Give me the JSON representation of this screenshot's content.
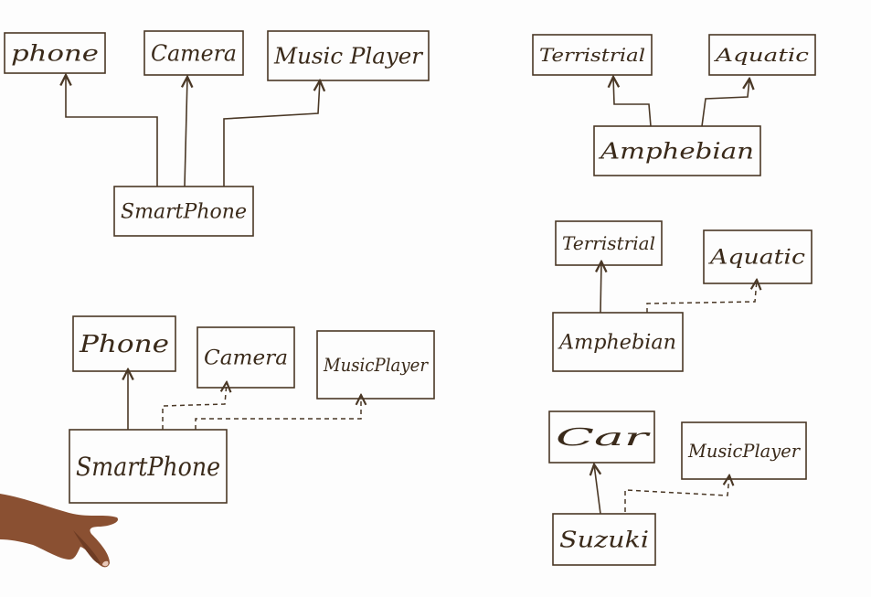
{
  "diagram": {
    "groups": [
      {
        "name": "smartphone-multiple-inheritance",
        "boxes": [
          {
            "id": "phone-1",
            "label": "phone"
          },
          {
            "id": "camera-1",
            "label": "Camera"
          },
          {
            "id": "musicplayer-1",
            "label": "Music Player"
          },
          {
            "id": "smartphone-1",
            "label": "SmartPhone"
          }
        ]
      },
      {
        "name": "amphebian-multiple-inheritance",
        "boxes": [
          {
            "id": "terristrial-1",
            "label": "Terristrial"
          },
          {
            "id": "aquatic-1",
            "label": "Aquatic"
          },
          {
            "id": "amphebian-1",
            "label": "Amphebian"
          }
        ]
      },
      {
        "name": "smartphone-interfaces",
        "boxes": [
          {
            "id": "phone-2",
            "label": "Phone"
          },
          {
            "id": "camera-2",
            "label": "Camera"
          },
          {
            "id": "musicplayer-2",
            "label": "MusicPlayer"
          },
          {
            "id": "smartphone-2",
            "label": "SmartPhone"
          }
        ]
      },
      {
        "name": "amphebian-interface",
        "boxes": [
          {
            "id": "terristrial-2",
            "label": "Terristrial"
          },
          {
            "id": "aquatic-2",
            "label": "Aquatic"
          },
          {
            "id": "amphebian-2",
            "label": "Amphebian"
          }
        ]
      },
      {
        "name": "suzuki-interface",
        "boxes": [
          {
            "id": "car-1",
            "label": "Car"
          },
          {
            "id": "musicplayer-3",
            "label": "MusicPlayer"
          },
          {
            "id": "suzuki-1",
            "label": "Suzuki"
          }
        ]
      }
    ],
    "edges": [
      {
        "from": "smartphone-1",
        "to": "phone-1",
        "style": "solid"
      },
      {
        "from": "smartphone-1",
        "to": "camera-1",
        "style": "solid"
      },
      {
        "from": "smartphone-1",
        "to": "musicplayer-1",
        "style": "solid"
      },
      {
        "from": "amphebian-1",
        "to": "terristrial-1",
        "style": "solid"
      },
      {
        "from": "amphebian-1",
        "to": "aquatic-1",
        "style": "solid"
      },
      {
        "from": "smartphone-2",
        "to": "phone-2",
        "style": "solid"
      },
      {
        "from": "smartphone-2",
        "to": "camera-2",
        "style": "dashed"
      },
      {
        "from": "smartphone-2",
        "to": "musicplayer-2",
        "style": "dashed"
      },
      {
        "from": "amphebian-2",
        "to": "terristrial-2",
        "style": "solid"
      },
      {
        "from": "amphebian-2",
        "to": "aquatic-2",
        "style": "dashed"
      },
      {
        "from": "suzuki-1",
        "to": "car-1",
        "style": "solid"
      },
      {
        "from": "suzuki-1",
        "to": "musicplayer-3",
        "style": "dashed"
      }
    ]
  }
}
